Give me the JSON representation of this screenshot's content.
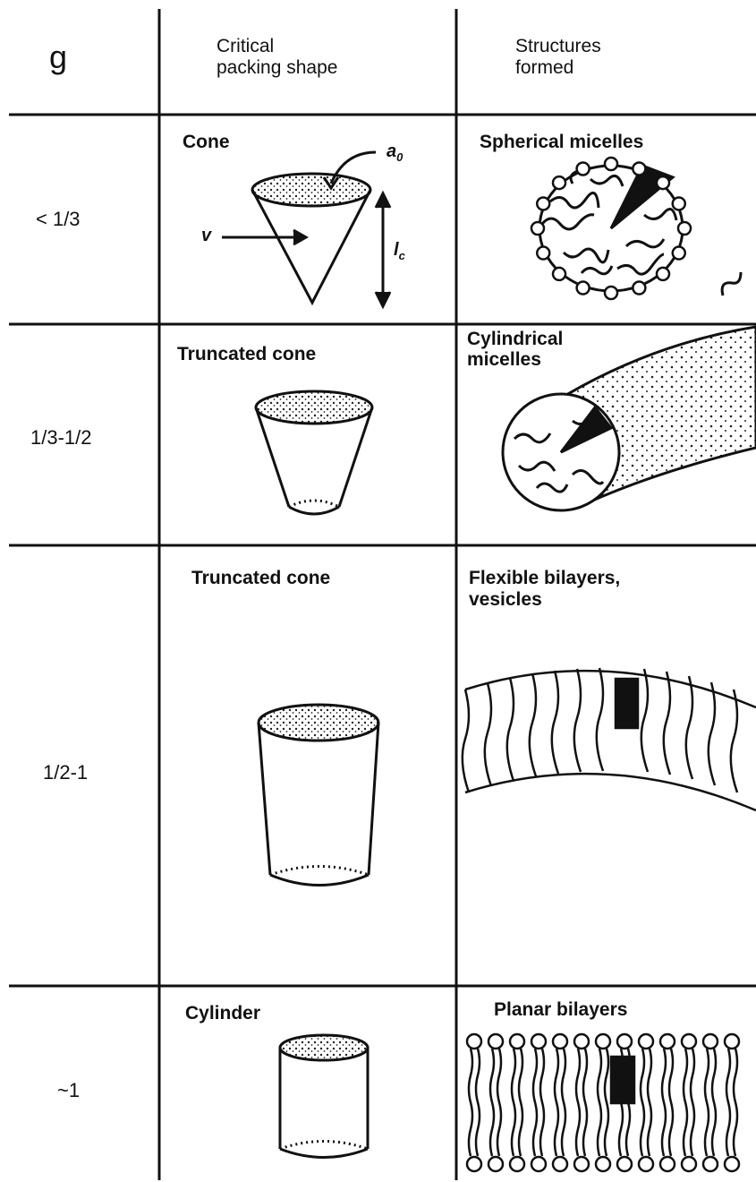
{
  "header": {
    "g_label": "g",
    "shape_col": [
      "Critical",
      "packing shape"
    ],
    "structure_col": [
      "Structures",
      "formed"
    ]
  },
  "rows": [
    {
      "g_value": "< 1/3",
      "shape": "Cone",
      "structure": [
        "Spherical micelles"
      ],
      "annotations": {
        "area": "a",
        "area_sub": "0",
        "volume": "v",
        "length": "l",
        "length_sub": "c"
      }
    },
    {
      "g_value": "1/3-1/2",
      "shape": "Truncated cone",
      "structure": [
        "Cylindrical",
        "micelles"
      ]
    },
    {
      "g_value": "1/2-1",
      "shape": "Truncated cone",
      "structure": [
        "Flexible bilayers,",
        "vesicles"
      ]
    },
    {
      "g_value": "~1",
      "shape": "Cylinder",
      "structure": [
        "Planar bilayers"
      ]
    }
  ]
}
